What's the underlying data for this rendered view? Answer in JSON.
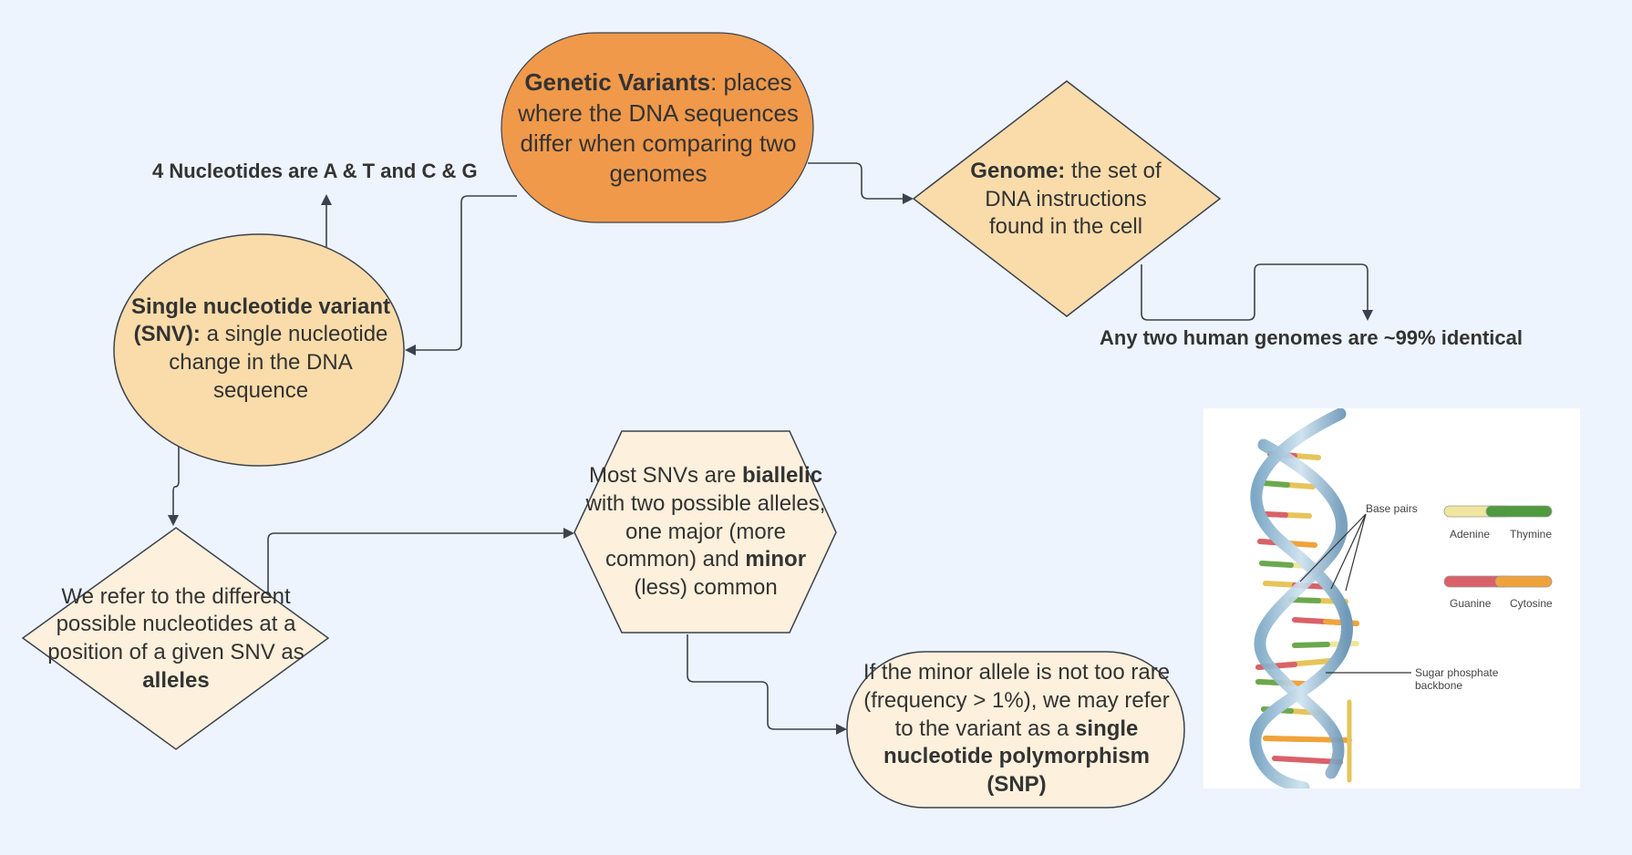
{
  "colors": {
    "background": "#eef4fd",
    "central_fill": "#f0994a",
    "node_fill": "#fadcaa",
    "pale_fill": "#fdf0dc",
    "stroke": "#3a4250"
  },
  "central": {
    "bold": "Genetic Variants",
    "text": ": places where the DNA sequences differ when comparing two genomes"
  },
  "genome": {
    "bold": "Genome:",
    "text": " the set of DNA instructions found in the cell"
  },
  "snv": {
    "bold": "Single nucleotide variant (SNV):",
    "text": " a single nucleotide change in the DNA sequence"
  },
  "alleles": {
    "text": "We refer to the different possible nucleotides at a position of a given SNV as ",
    "bold": "alleles"
  },
  "biallelic": {
    "t1": "Most SNVs are ",
    "b1": "biallelic",
    "t2": " with two possible alleles, one major (more common) and ",
    "b2": "minor",
    "t3": " (less) common"
  },
  "snp": {
    "text": "If the minor allele is not too rare (frequency > 1%), we may refer to the variant as a ",
    "bold": "single nucleotide polymorphism (SNP)"
  },
  "labels": {
    "nucleotides": "4 Nucleotides are A & T and C & G",
    "identical": "Any two human genomes are ~99% identical"
  },
  "dna_image": {
    "base_pairs": "Base pairs",
    "adenine": "Adenine",
    "thymine": "Thymine",
    "guanine": "Guanine",
    "cytosine": "Cytosine",
    "backbone_1": "Sugar phosphate",
    "backbone_2": "backbone"
  }
}
